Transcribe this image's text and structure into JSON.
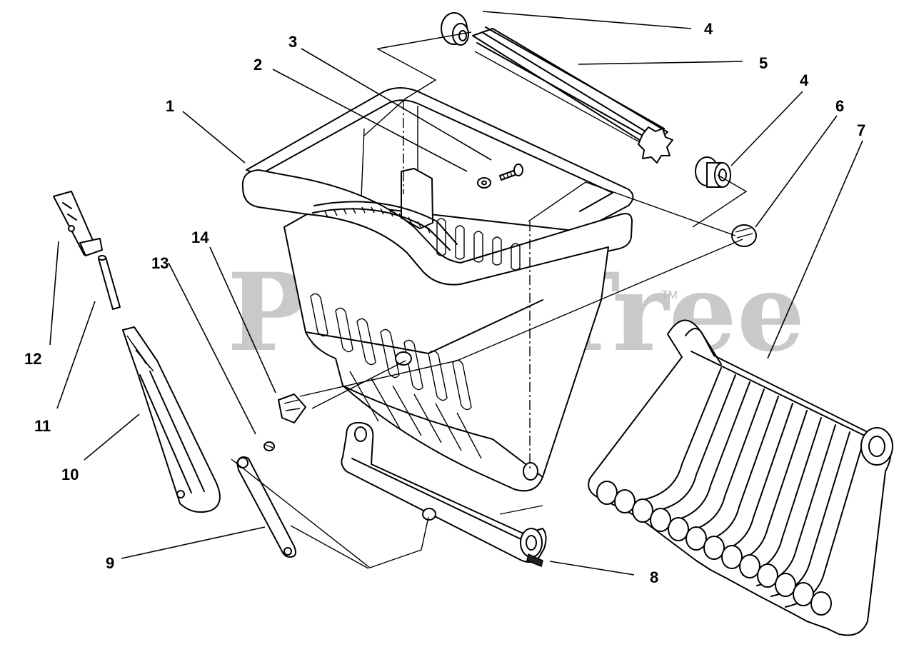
{
  "watermark": {
    "text": "PartsTree",
    "trademark": "TM"
  },
  "caption": "",
  "callouts": [
    {
      "id": "1",
      "label": "1"
    },
    {
      "id": "2",
      "label": "2"
    },
    {
      "id": "3",
      "label": "3"
    },
    {
      "id": "4a",
      "label": "4"
    },
    {
      "id": "4b",
      "label": "4"
    },
    {
      "id": "5",
      "label": "5"
    },
    {
      "id": "6",
      "label": "6"
    },
    {
      "id": "7",
      "label": "7"
    },
    {
      "id": "8",
      "label": "8"
    },
    {
      "id": "9",
      "label": "9"
    },
    {
      "id": "10",
      "label": "10"
    },
    {
      "id": "11",
      "label": "11"
    },
    {
      "id": "12",
      "label": "12"
    },
    {
      "id": "13",
      "label": "13"
    },
    {
      "id": "14",
      "label": "14"
    }
  ]
}
